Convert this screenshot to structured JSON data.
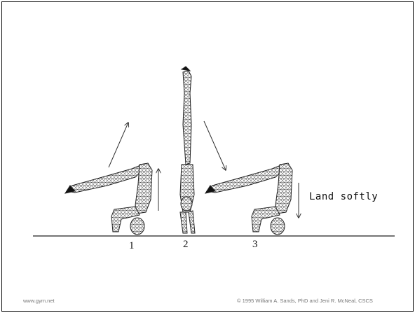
{
  "figure": {
    "step_labels": [
      "1",
      "2",
      "3"
    ],
    "caption": "Land softly"
  },
  "footer": {
    "source": "www.gym.net",
    "copyright": "© 1995 William A. Sands, PhD and Jeni R. McNeal, CSCS"
  }
}
